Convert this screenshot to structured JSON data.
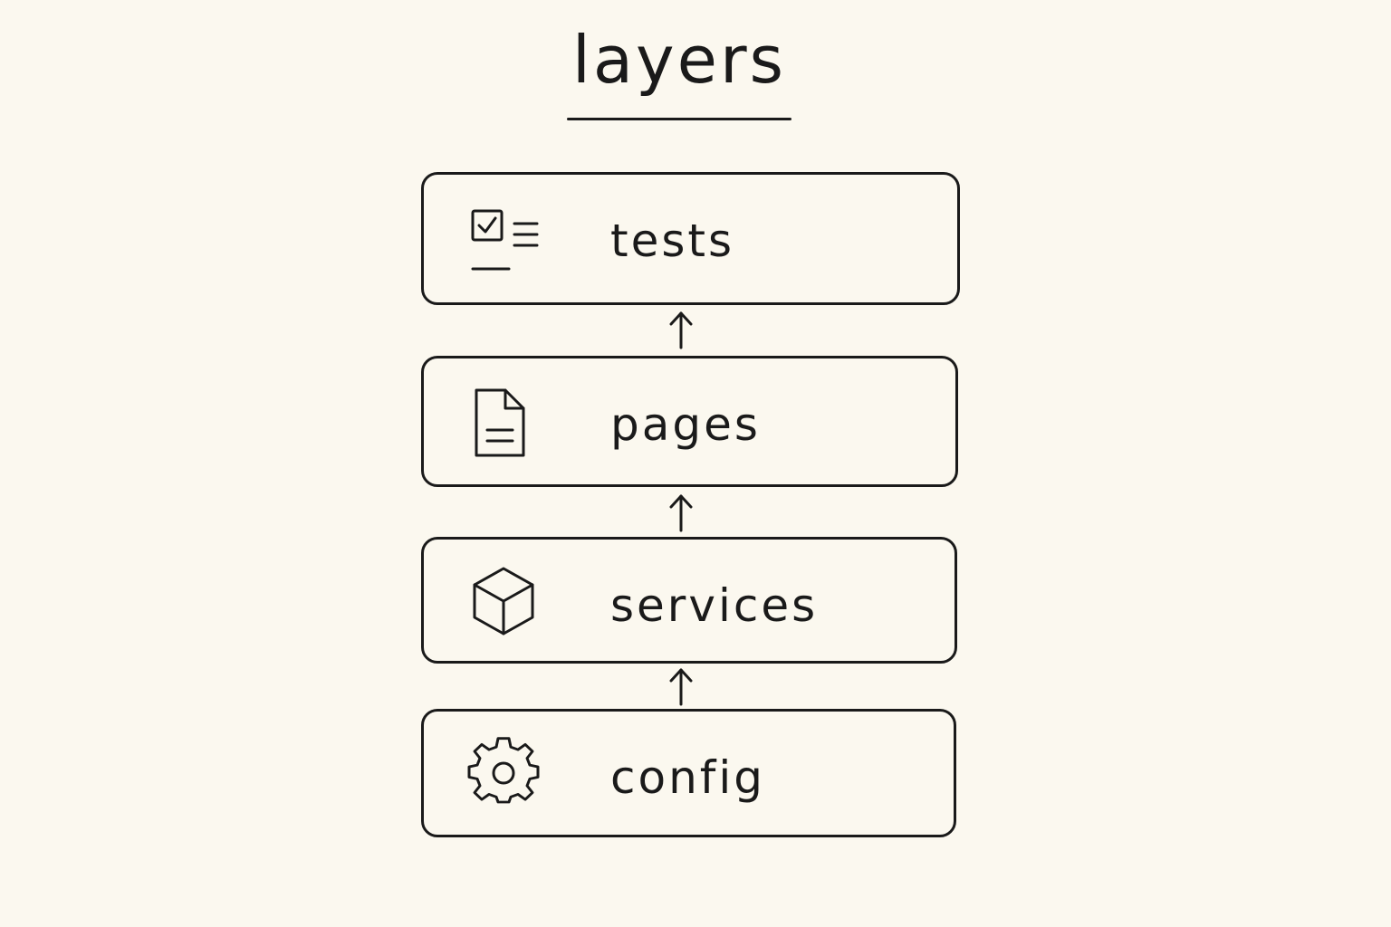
{
  "diagram": {
    "title": "layers",
    "layers": [
      {
        "label": "tests",
        "icon": "checklist-icon"
      },
      {
        "label": "pages",
        "icon": "document-icon"
      },
      {
        "label": "services",
        "icon": "cube-icon"
      },
      {
        "label": "config",
        "icon": "gear-icon"
      }
    ],
    "arrows": [
      {
        "from": "pages",
        "to": "tests"
      },
      {
        "from": "services",
        "to": "pages"
      },
      {
        "from": "config",
        "to": "services"
      }
    ],
    "colors": {
      "background": "#fbf8ef",
      "stroke": "#1a1a1a"
    }
  }
}
